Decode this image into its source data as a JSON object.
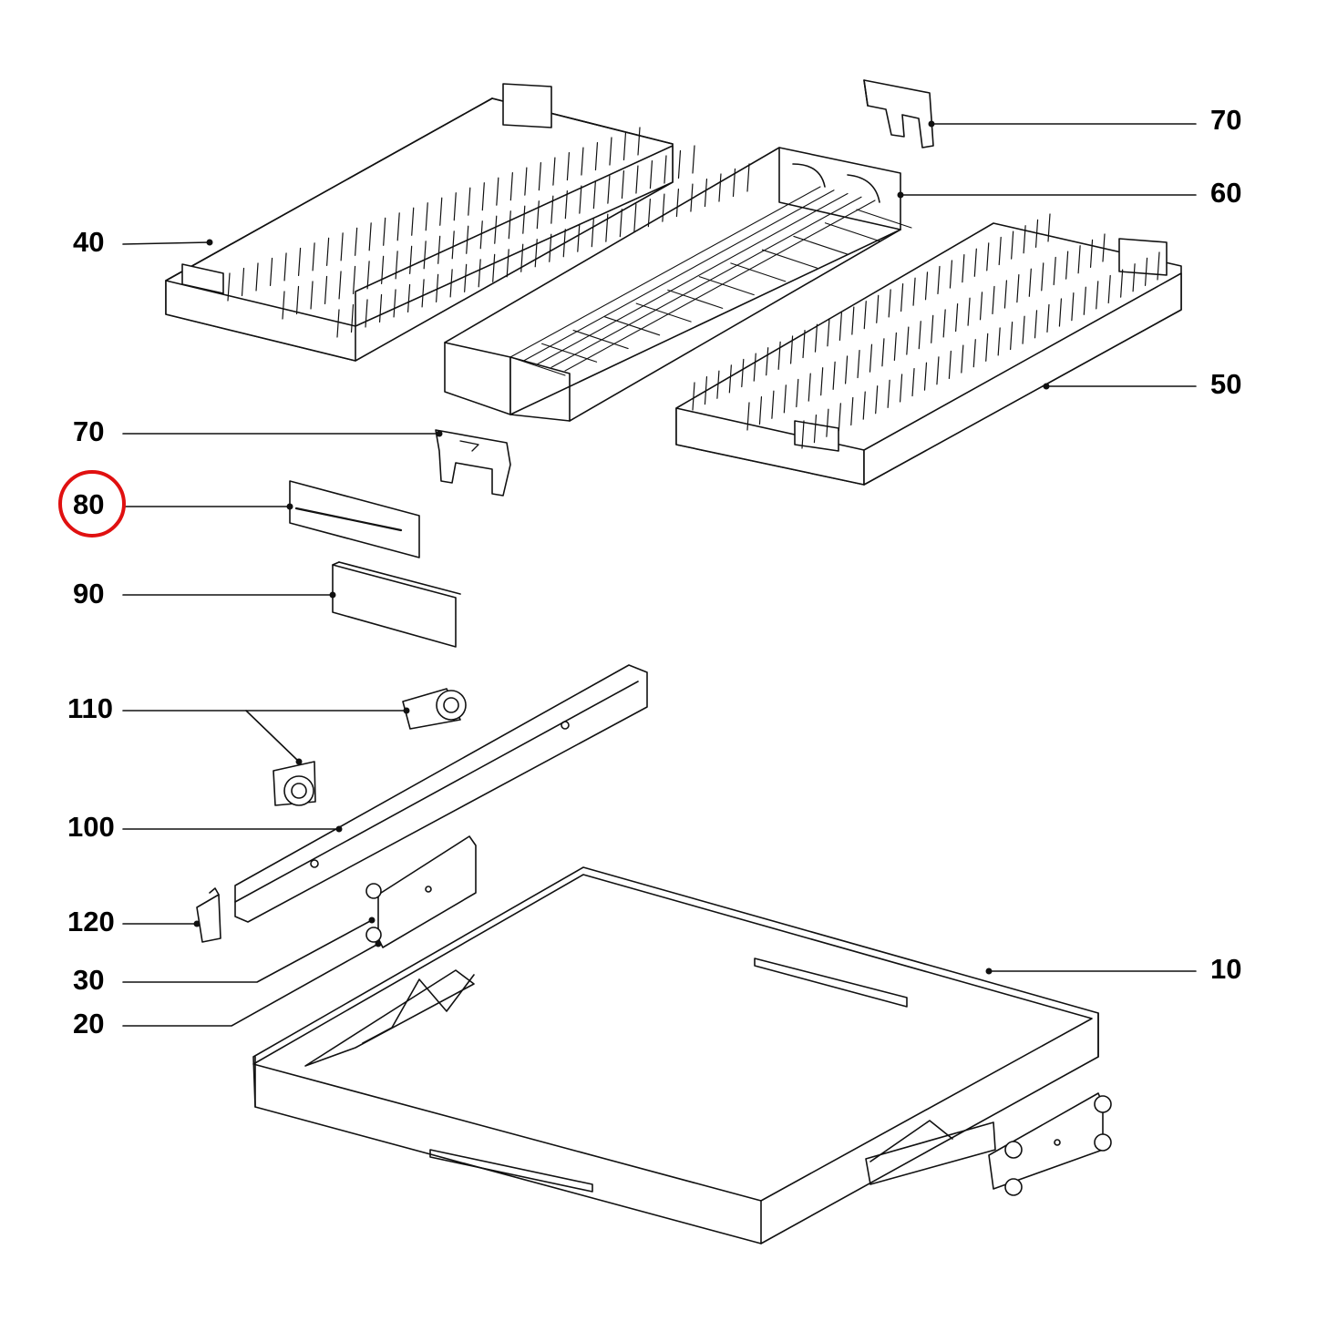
{
  "labels": {
    "l70_top": "70",
    "l60": "60",
    "l40": "40",
    "l50": "50",
    "l70_mid": "70",
    "l80": "80",
    "l90": "90",
    "l110": "110",
    "l100": "100",
    "l120": "120",
    "l30": "30",
    "l20": "20",
    "l10": "10"
  },
  "highlight": {
    "part": "80",
    "color": "#e01010"
  }
}
